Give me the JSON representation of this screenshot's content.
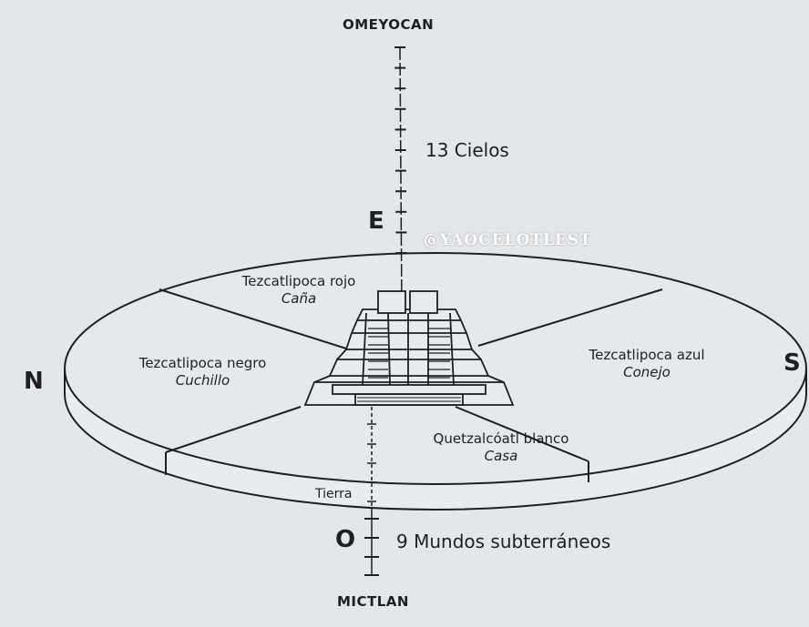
{
  "axis": {
    "top_label": "OMEYOCAN",
    "bottom_label": "MICTLAN",
    "heavens": "13 Cielos",
    "underworlds": "9 Mundos subterráneos",
    "earth": "Tierra"
  },
  "directions": {
    "east": "E",
    "west": "O",
    "north": "N",
    "south": "S"
  },
  "regions": [
    {
      "deity": "Tezcatlipoca rojo",
      "sign": "Caña"
    },
    {
      "deity": "Tezcatlipoca negro",
      "sign": "Cuchillo"
    },
    {
      "deity": "Tezcatlipoca azul",
      "sign": "Conejo"
    },
    {
      "deity": "Quetzalcóatl blanco",
      "sign": "Casa"
    }
  ],
  "watermark": "@YAOCELOTLEST"
}
